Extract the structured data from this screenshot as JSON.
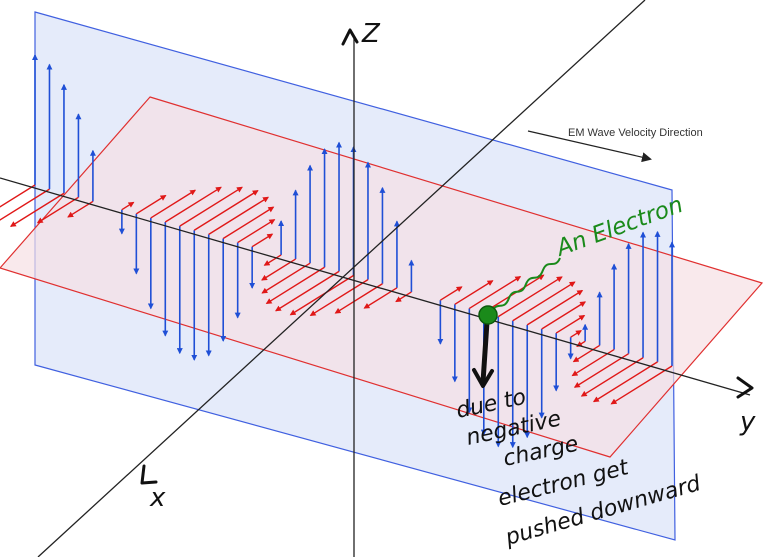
{
  "diagram": {
    "caption_velocity": "EM Wave Velocity Direction",
    "axis_z": "Z",
    "axis_x": "x",
    "axis_y": "y",
    "annotation_electron": "An Electron",
    "annotation_reason_lines": [
      "due to",
      "negative",
      "charge",
      "electron get",
      "pushed downward"
    ]
  },
  "colors": {
    "electric_field": "#1f4fd6",
    "magnetic_field": "#e01818",
    "vertical_plane_fill": "#dce4f8",
    "horizontal_plane_fill": "#f6dfe4",
    "axis": "#222222",
    "electron": "#1a8a1a",
    "ink": "#111111"
  },
  "icons": {
    "electron_marker": "filled-circle",
    "wave_squiggle": "wavy-line"
  }
}
